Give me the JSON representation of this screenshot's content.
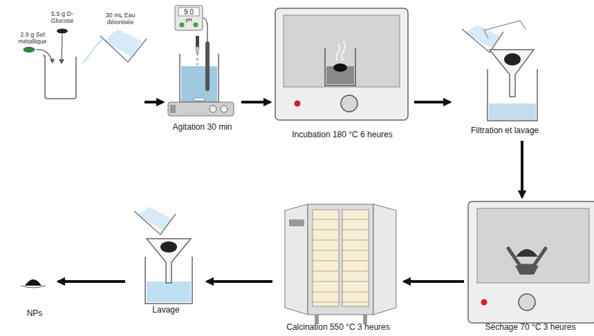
{
  "diagram": {
    "nodes": [
      {
        "text": [
          "2.9 g Sel métallique",
          "5.5 g D-Glucose",
          "30 mL Eau déionisée"
        ]
      },
      {
        "text": [
          "Agitation 30 min"
        ]
      },
      {
        "text": [
          "Incubation 180 °C 6 heures"
        ]
      },
      {
        "text": [
          "Filtration et lavage"
        ]
      },
      {
        "text": [
          "Séchage 70 °C 3 heures"
        ]
      },
      {
        "text": [
          "Calcination 550 °C 3 heures"
        ]
      },
      {
        "text": [
          "Lavage"
        ]
      },
      {
        "text": [
          "NPs"
        ]
      }
    ],
    "edges": [
      {
        "from": 0,
        "to": 1,
        "arrow": "to"
      },
      {
        "from": 1,
        "to": 2,
        "arrow": "to"
      },
      {
        "from": 2,
        "to": 3,
        "arrow": "to"
      },
      {
        "from": 3,
        "to": 4,
        "arrow": "to"
      },
      {
        "from": 4,
        "to": 5,
        "arrow": "to"
      },
      {
        "from": 5,
        "to": 6,
        "arrow": "to"
      },
      {
        "from": 6,
        "to": 7,
        "arrow": "to"
      }
    ],
    "labels": [
      "9.0",
      "pH"
    ]
  }
}
